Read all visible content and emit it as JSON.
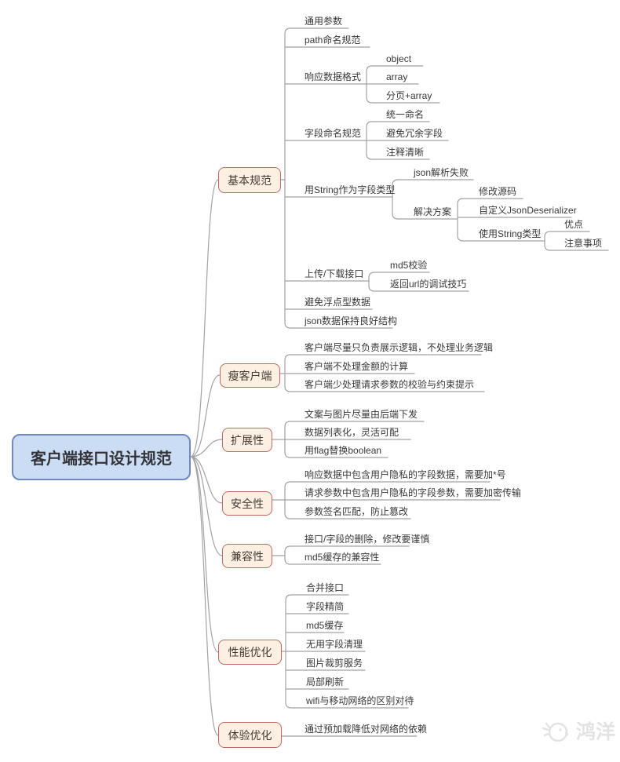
{
  "mindmap": {
    "root": "客户端接口设计规范",
    "branches": [
      {
        "label": "基本规范",
        "children": [
          {
            "label": "通用参数"
          },
          {
            "label": "path命名规范"
          },
          {
            "label": "响应数据格式",
            "children": [
              {
                "label": "object"
              },
              {
                "label": "array"
              },
              {
                "label": "分页+array"
              }
            ]
          },
          {
            "label": "字段命名规范",
            "children": [
              {
                "label": "统一命名"
              },
              {
                "label": "避免冗余字段"
              },
              {
                "label": "注释清晰"
              }
            ]
          },
          {
            "label": "用String作为字段类型",
            "children": [
              {
                "label": "json解析失败"
              },
              {
                "label": "解决方案",
                "children": [
                  {
                    "label": "修改源码"
                  },
                  {
                    "label": "自定义JsonDeserializer"
                  },
                  {
                    "label": "使用String类型",
                    "children": [
                      {
                        "label": "优点"
                      },
                      {
                        "label": "注意事项"
                      }
                    ]
                  }
                ]
              }
            ]
          },
          {
            "label": "上传/下载接口",
            "children": [
              {
                "label": "md5校验"
              },
              {
                "label": "返回url的调试技巧"
              }
            ]
          },
          {
            "label": "避免浮点型数据"
          },
          {
            "label": "json数据保持良好结构"
          }
        ]
      },
      {
        "label": "瘦客户端",
        "children": [
          {
            "label": "客户端尽量只负责展示逻辑，不处理业务逻辑"
          },
          {
            "label": "客户端不处理金额的计算"
          },
          {
            "label": "客户端少处理请求参数的校验与约束提示"
          }
        ]
      },
      {
        "label": "扩展性",
        "children": [
          {
            "label": "文案与图片尽量由后端下发"
          },
          {
            "label": "数据列表化，灵活可配"
          },
          {
            "label": "用flag替换boolean"
          }
        ]
      },
      {
        "label": "安全性",
        "children": [
          {
            "label": "响应数据中包含用户隐私的字段数据，需要加*号"
          },
          {
            "label": "请求参数中包含用户隐私的字段参数，需要加密传输"
          },
          {
            "label": "参数签名匹配，防止篡改"
          }
        ]
      },
      {
        "label": "兼容性",
        "children": [
          {
            "label": "接口/字段的删除，修改要谨慎"
          },
          {
            "label": "md5缓存的兼容性"
          }
        ]
      },
      {
        "label": "性能优化",
        "children": [
          {
            "label": "合并接口"
          },
          {
            "label": "字段精简"
          },
          {
            "label": "md5缓存"
          },
          {
            "label": "无用字段清理"
          },
          {
            "label": "图片裁剪服务"
          },
          {
            "label": "局部刷新"
          },
          {
            "label": "wifi与移动网络的区别对待"
          }
        ]
      },
      {
        "label": "体验优化",
        "children": [
          {
            "label": "通过预加载降低对网络的依赖"
          }
        ]
      }
    ]
  },
  "watermark": {
    "text": "鸿洋",
    "icon": "bird-doodle-icon"
  },
  "colors": {
    "root_fill": "#cbddf4",
    "root_border": "#7188c0",
    "branch_fill": "#fdf0e3",
    "branch_border": "#c0695c",
    "line": "#a2a2a2",
    "text": "#38383a",
    "watermark": "#e3e3e3"
  }
}
